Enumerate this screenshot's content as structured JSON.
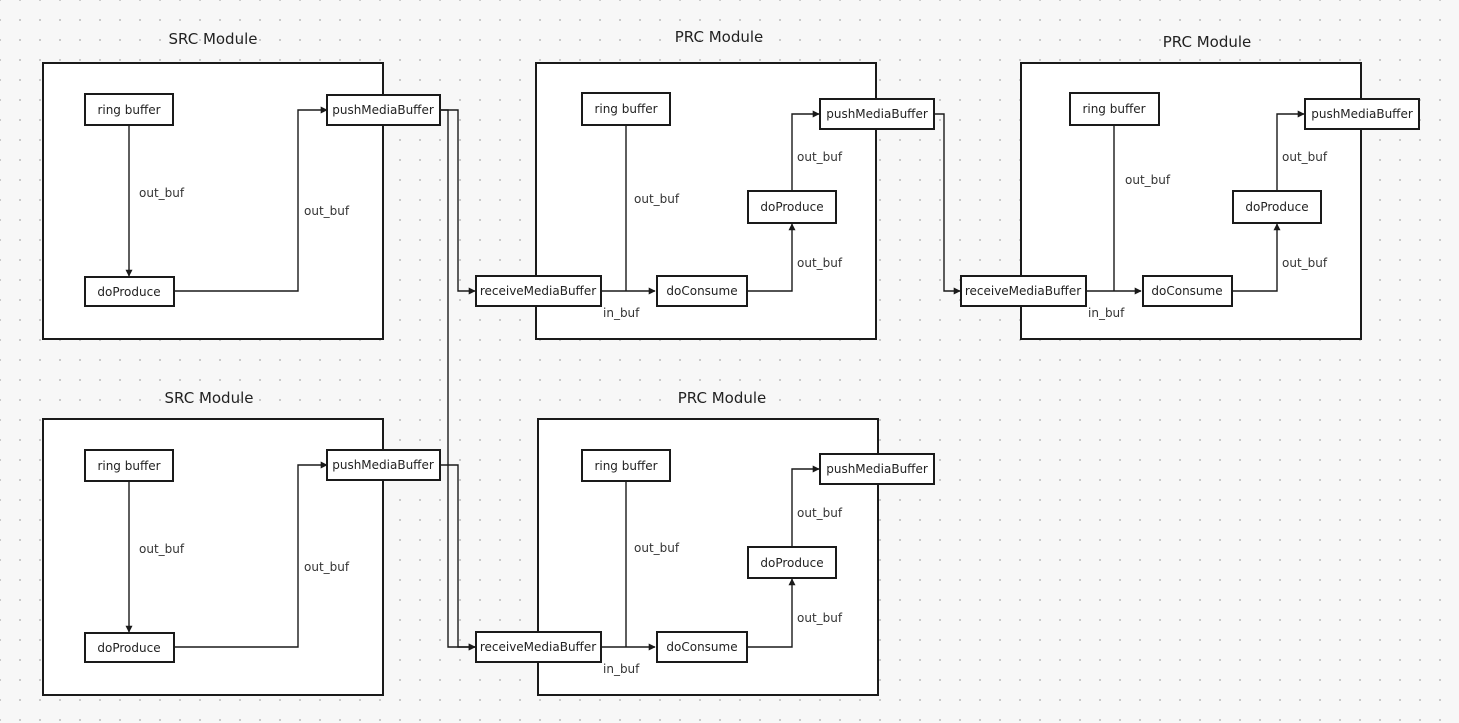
{
  "diagram": {
    "labels": {
      "src_title_1": "SRC  Module",
      "src_title_2": "SRC Module",
      "prc_title": "PRC Module",
      "ring_buffer": "ring buffer",
      "do_produce": "doProduce",
      "do_consume": "doConsume",
      "push_media_buffer": "pushMediaBuffer",
      "receive_media_buffer": "receiveMediaBuffer",
      "out_buf": "out_buf",
      "in_buf": "in_buf"
    },
    "colors": {
      "background": "#f7f7f7",
      "box_stroke": "#1a1a1a",
      "box_fill": "#ffffff"
    }
  }
}
